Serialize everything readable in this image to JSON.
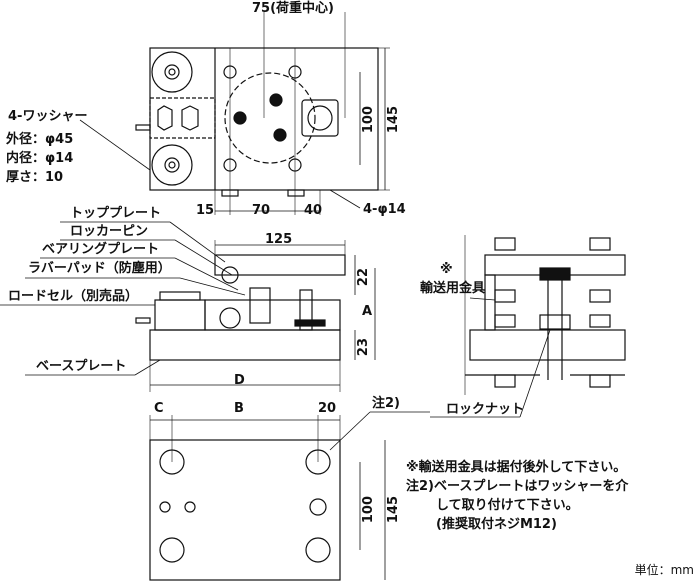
{
  "top_view": {
    "load_center_dim": "75(荷重中心)",
    "dim_100": "100",
    "dim_145": "145",
    "dim_15": "15",
    "dim_70": "70",
    "dim_40": "40",
    "hole_label": "4-φ14",
    "washer": {
      "title": "4-ワッシャー",
      "outer": "外径：φ45",
      "inner": "内径：φ14",
      "thickness": "厚さ：10"
    }
  },
  "side_view": {
    "labels": [
      "トッププレート",
      "ロッカーピン",
      "ベアリングプレート",
      "ラバーパッド（防塵用）",
      "ロードセル（別売品）",
      "ベースプレート"
    ],
    "dim_125": "125",
    "dim_22": "22",
    "dim_23": "23",
    "dim_A": "A",
    "dim_D": "D"
  },
  "right_view": {
    "transport_mark": "※",
    "transport_label": "輸送用金具",
    "lock_nut": "ロックナット"
  },
  "bottom_view": {
    "dim_C": "C",
    "dim_B": "B",
    "dim_20": "20",
    "note2_ref": "注2)",
    "dim_100": "100",
    "dim_145": "145"
  },
  "notes": [
    "※輸送用金具は据付後外して下さい。",
    "注2)ベースプレートはワッシャーを介",
    "して取り付けて下さい。",
    "(推奨取付ネジM12)"
  ],
  "unit": "単位：mm"
}
